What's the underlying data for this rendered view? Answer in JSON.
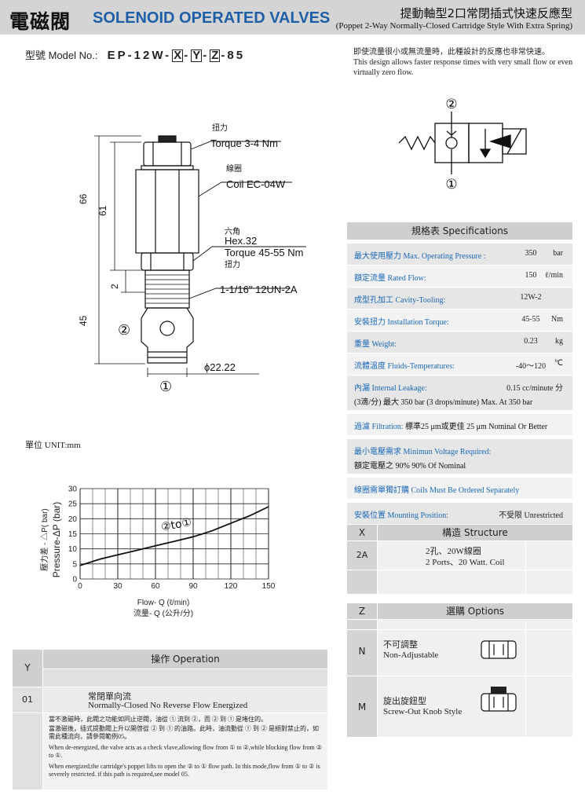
{
  "header": {
    "title_cn": "電磁閥",
    "title_en": "SOLENOID OPERATED VALVES",
    "subtitle_cn": "提動軸型2口常閉插式快速反應型",
    "subtitle_en": "(Poppet 2-Way Normally-Closed Cartridge Style With Extra Spring)"
  },
  "model": {
    "label": "型號 Model No.:",
    "prefix": "EP-12W-",
    "x": "X",
    "sep1": "-",
    "y": "Y",
    "sep2": "-",
    "z": "Z",
    "suffix": "-85"
  },
  "description": {
    "cn": "即使流量很小或無流量時，此種設計的反應也非常快速。",
    "en": "This design allows faster response times with very small flow or even virtually zero flow."
  },
  "symbol": {
    "port2": "②",
    "port1": "①"
  },
  "drawing": {
    "torque_cn": "扭力",
    "torque": "Torque 3-4 Nm",
    "coil_cn": "線圈",
    "coil": "Coil EC-04W",
    "hex_cn": "六角",
    "hex": "Hex.32",
    "hex_torque": "Torque 45-55 Nm",
    "hex_torque_cn": "扭力",
    "thread": "1-1/16\" 12UN-2A",
    "diameter": "ϕ22.22",
    "dim_66": "66",
    "dim_61": "61",
    "dim_2": "2",
    "dim_45": "45",
    "port2": "②",
    "port1": "①"
  },
  "unit": "單位 UNIT:mm",
  "chart_data": {
    "type": "line",
    "x_ticks": [
      0,
      30,
      60,
      90,
      120,
      150
    ],
    "y_ticks": [
      0,
      5,
      10,
      15,
      20,
      25,
      30
    ],
    "xlim": [
      0,
      150
    ],
    "ylim": [
      0,
      30
    ],
    "xlabel_en": "Flow- Q (ℓ/min)",
    "xlabel_cn": "流量- Q (公升/分)",
    "ylabel_cn": "壓力差 - △P( bar)",
    "ylabel_en": "Pressure-ΔP (bar)",
    "grid": true,
    "series": [
      {
        "name": "②to①",
        "x": [
          0,
          15,
          30,
          45,
          60,
          75,
          90,
          105,
          120,
          135,
          150
        ],
        "y": [
          4.5,
          6.5,
          8,
          9.5,
          11,
          12.5,
          14,
          16,
          18.5,
          21,
          24
        ]
      }
    ]
  },
  "spec": {
    "title": "規格表 Specifications",
    "rows": [
      {
        "label": "最大使用壓力 Max. Operating Pressure :",
        "value": "350",
        "unit": "bar"
      },
      {
        "label": "額定流量 Rated Flow:",
        "value": "150",
        "unit": "ℓ/min"
      },
      {
        "label": "成型孔加工 Cavity-Tooling:",
        "value": "12W-2",
        "unit": ""
      },
      {
        "label": "安裝扭力 Installation Torque:",
        "value": "45-55",
        "unit": "Nm"
      },
      {
        "label": "重量 Weight:",
        "value": "0.23",
        "unit": "kg"
      },
      {
        "label": "流體溫度 Fluids-Temperatures:",
        "value": "-40～120",
        "unit": "℃"
      }
    ],
    "leakage_label": "內漏 Internal Leakage:",
    "leakage_value": "0.15 cc/minute 分",
    "leakage_sub": "(3滴/分) 最大 350 bar   (3 drops/minute) Max. At 350 bar",
    "filtration_label": "過濾 Filtration:",
    "filtration_value": "標準25 μm或更佳 25 μm Nominal Or Better",
    "voltage_label": "最小電壓需求 Minimun Voltage Required:",
    "voltage_value": "額定電壓之 90%      90% Of Nominal",
    "coils_note": "線圈需單獨訂購 Coils Must Be Ordered Separately",
    "mounting_label": "安裝位置 Mounting Position:",
    "mounting_value": "不受限  Unrestricted"
  },
  "structure": {
    "col_letter": "X",
    "title": "構造 Structure",
    "rows": [
      {
        "code": "2A",
        "cn": "2孔、20W線圈",
        "en": "2 Ports、20 Watt. Coil"
      }
    ]
  },
  "options": {
    "col_letter": "Z",
    "title": "選購 Options",
    "rows": [
      {
        "code": "N",
        "cn": "不可調整",
        "en": "Non-Adjustable"
      },
      {
        "code": "M",
        "cn": "旋出旋鈕型",
        "en": "Screw-Out Knob Style"
      }
    ]
  },
  "operation": {
    "col_letter": "Y",
    "title": "操作 Operation",
    "row_code": "01",
    "row_cn": "常閉單向流",
    "row_en": "Normally-Closed No Reverse Flow Energized",
    "notes": [
      "當不激磁時，此閥之功能如同止逆閥，油從 ① 流到 ②，而 ② 到 ① 是堵住的。",
      "當激磁後，插式提動閥上升以開啓從 ② 到 ① 的油路。此時，油流動從 ① 到 ② 是絕對禁止的，如需此種流向，請參閱範例05。",
      "When de-energized, the valve acts as a check vlave,allowing flow from ① to ②,while blocking flow from ② to ①.",
      "When energized,the cartridge's poppet lifts to open the ② to ① flow path. In this mode,flow from ① to ② is severely restricted. if this path is required,see model 05."
    ]
  }
}
